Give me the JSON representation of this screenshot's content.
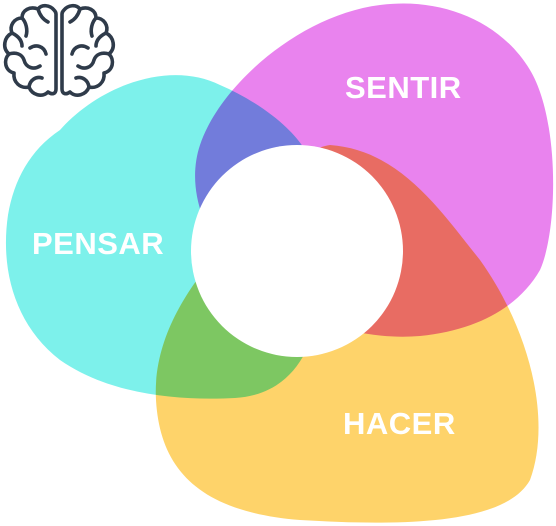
{
  "diagram": {
    "labels": {
      "sentir": "SENTIR",
      "pensar": "PENSAR",
      "hacer": "HACER"
    },
    "colors": {
      "sentir": "#e983ee",
      "pensar": "#7df1eb",
      "hacer": "#fed36a",
      "label_text": "#ffffff",
      "icon_stroke": "#2f3b4a",
      "center": "#ffffff"
    },
    "center_icon": "brain-icon"
  }
}
